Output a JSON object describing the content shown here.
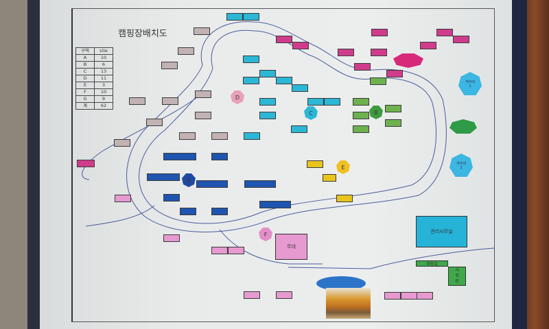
{
  "map": {
    "title": "캠핑장배치도",
    "summary_table": {
      "headers": [
        "구역",
        "site"
      ],
      "rows": [
        [
          "A",
          "10"
        ],
        [
          "B",
          "6"
        ],
        [
          "C",
          "13"
        ],
        [
          "D",
          "11"
        ],
        [
          "E",
          "3"
        ],
        [
          "F",
          "10"
        ],
        [
          "G",
          "9"
        ],
        [
          "계",
          "62"
        ]
      ]
    },
    "zones": [
      {
        "letter": "A",
        "color": "#d03c8c"
      },
      {
        "letter": "B",
        "color": "#6db24e"
      },
      {
        "letter": "C",
        "color": "#2db7d6"
      },
      {
        "letter": "D",
        "color": "#c2b2b4"
      },
      {
        "letter": "E",
        "color": "#e8c41c"
      },
      {
        "letter": "F",
        "color": "#e69ad0"
      },
      {
        "letter": "G",
        "color": "#1f55b0"
      }
    ],
    "facilities": {
      "office": "관리사무실",
      "stage": "무대",
      "restroom": "화장실",
      "shower": "샤워장",
      "sink1": "개수대\n1",
      "sink2": "개수대\n2"
    }
  }
}
